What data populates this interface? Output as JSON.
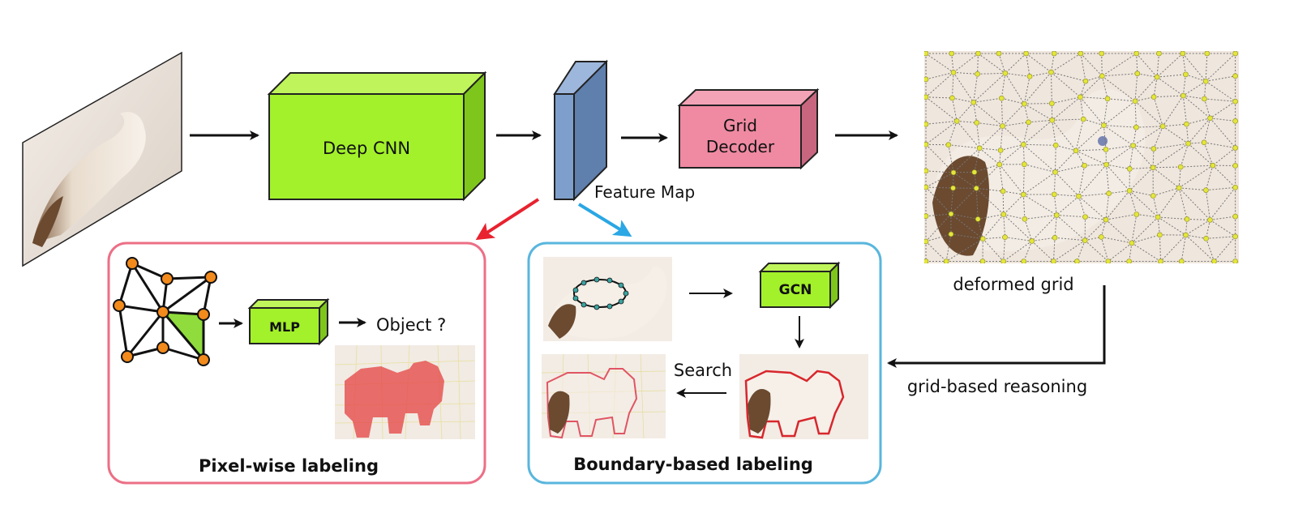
{
  "labels": {
    "deep_cnn": "Deep CNN",
    "feature_map": "Feature Map",
    "grid_decoder_line1": "Grid",
    "grid_decoder_line2": "Decoder",
    "deformed_grid": "deformed grid",
    "grid_based_reasoning": "grid-based reasoning",
    "mlp": "MLP",
    "object_question": "Object ?",
    "pixel_wise_labeling": "Pixel-wise labeling",
    "gcn": "GCN",
    "search": "Search",
    "boundary_based_labeling": "Boundary-based labeling"
  },
  "colors": {
    "cnn_green": "#a3f12a",
    "cnn_green_top": "#bff55a",
    "cnn_green_side": "#7fc61c",
    "feature_map_blue": "#7e9fcc",
    "decoder_pink": "#ef8aa2",
    "pixel_panel_border": "#ec6f86",
    "boundary_panel_border": "#59b6dd",
    "red_arrow": "#e8222f",
    "blue_arrow": "#2aa7e4",
    "node_orange": "#f28a1c",
    "grid_node_yellow": "#e4e63a",
    "mask_red": "#e54848"
  },
  "icons": [
    "cat-photo",
    "3d-box",
    "graph-icon",
    "arrow-icon"
  ]
}
